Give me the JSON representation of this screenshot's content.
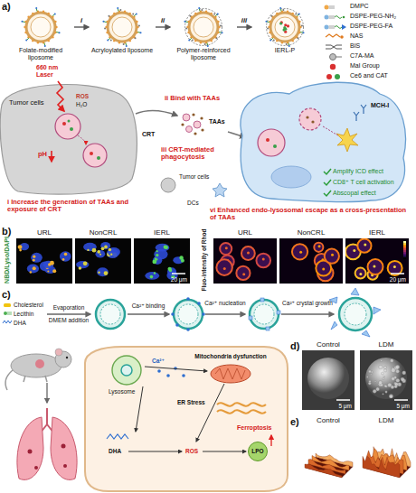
{
  "diagram": {
    "nodes": [
      {
        "text": [
          "Folate-modified liposome"
        ]
      },
      {
        "text": [
          "Acryloylated liposome"
        ]
      },
      {
        "text": [
          "Polymer-reinforced liposome"
        ]
      },
      {
        "text": [
          "IERL-P"
        ]
      },
      {
        "text": [
          "URL"
        ]
      },
      {
        "text": [
          "NonCRL"
        ]
      },
      {
        "text": [
          "IERL",
          "20 μm"
        ]
      },
      {
        "text": [
          "URL"
        ]
      },
      {
        "text": [
          "NonCRL"
        ]
      },
      {
        "text": [
          "IERL",
          "20 μm"
        ]
      },
      {
        "text": [
          "Control",
          "5 μm"
        ]
      },
      {
        "text": [
          "LDM",
          "5 μm"
        ]
      },
      {
        "text": [
          "Control"
        ]
      },
      {
        "text": [
          "LDM"
        ]
      }
    ],
    "edges": [
      {
        "from": 0,
        "to": 1,
        "label": "i",
        "arrow": "to"
      },
      {
        "from": 1,
        "to": 2,
        "label": "ii",
        "arrow": "to"
      },
      {
        "from": 2,
        "to": 3,
        "label": "iii",
        "arrow": "to"
      }
    ],
    "labels": [
      "a)",
      "Tumor cells",
      "660 nm Laser",
      "ROS",
      "H₂O",
      "pH",
      "i Increase the generation of TAAs and exposure of CRT",
      "CRT",
      "ii Bind with TAAs",
      "TAAs",
      "iii CRT-mediated phagocytosis",
      "Tumor cells",
      "DCs",
      "MCH-I",
      "Amplify ICD effect",
      "CD8⁺ T cell activation",
      "Abscopal effect",
      "vi Enhanced endo-lysosomal escape as a cross-presentation of TAAs",
      "b)",
      "NBD/Lyso/DAPI",
      "Fluo-intensity of Rhod",
      "c)",
      "Cholesterol",
      "Lecithin",
      "DHA",
      "Evaporation",
      "DMEM addition",
      "Ca²⁺ binding",
      "Ca²⁺ nucleation",
      "Ca²⁺ crystal growth",
      "Lysosome",
      "Ca²⁺",
      "Mitochondria dysfunction",
      "ER Stress",
      "DHA",
      "ROS",
      "LPO",
      "Ferroptosis",
      "d)",
      "e)"
    ],
    "legend": [
      {
        "text": "DMPC"
      },
      {
        "text": "DSPE-PEG-NH₂"
      },
      {
        "text": "DSPE-PEG-FA"
      },
      {
        "text": "NAS"
      },
      {
        "text": "BIS"
      },
      {
        "text": "C7A-MA"
      },
      {
        "text": "Mal Group"
      },
      {
        "text": "Ce6 and CAT"
      }
    ]
  }
}
